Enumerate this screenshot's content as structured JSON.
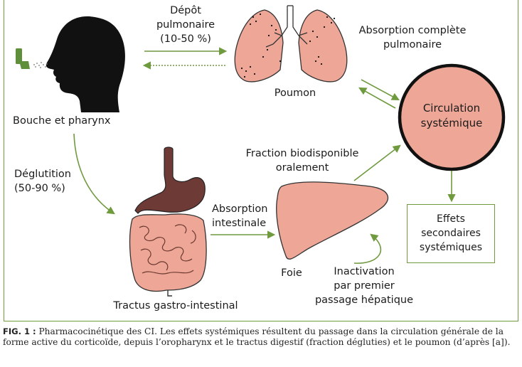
{
  "labels": {
    "mouth": "Bouche et pharynx",
    "deposit": [
      "Dépôt",
      "pulmonaire",
      "(10-50 %)"
    ],
    "lung": "Poumon",
    "lung_absorption": [
      "Absorption complète",
      "pulmonaire"
    ],
    "circulation": [
      "Circulation",
      "systémique"
    ],
    "swallow": [
      "Déglutition",
      "(50-90 %)"
    ],
    "oral_fraction": [
      "Fraction biodisponible",
      "oralement"
    ],
    "intestinal_absorption": [
      "Absorption",
      "intestinale"
    ],
    "liver": "Foie",
    "first_pass": [
      "Inactivation",
      "par premier",
      "passage hépatique"
    ],
    "gi_tract": "Tractus gastro-intestinal",
    "effects": [
      "Effets",
      "secondaires",
      "systémiques"
    ]
  },
  "caption": {
    "fig_label": "FIG. 1 :",
    "text": "Pharmacocinétique des CI. Les effets systémiques résultent du passage dans la circulation générale de la forme active du corticoïde, depuis l’oropharynx et le tractus digestif (fraction dégluties) et le poumon (d’après [a])."
  },
  "colors": {
    "frame": "#6f9a3e",
    "arrow": "#6f9a3e",
    "organ_pink": "#eea697",
    "stomach": "#6e3a36",
    "head": "#111111",
    "inhaler": "#5f8f3a"
  }
}
